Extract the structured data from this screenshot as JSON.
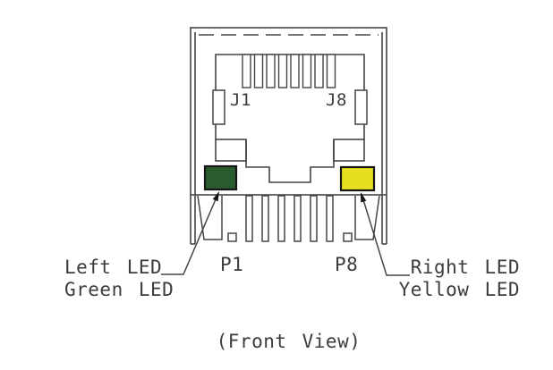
{
  "diagram": {
    "caption": "(Front View)",
    "jack": {
      "contact_left_label": "J1",
      "contact_right_label": "J8",
      "pin_left_label": "P1",
      "pin_right_label": "P8"
    },
    "left_led": {
      "line1": "Left LED",
      "line2": "Green LED",
      "color": "#2a5c2e"
    },
    "right_led": {
      "line1": "Right LED",
      "line2": "Yellow LED",
      "color": "#e6de1e"
    },
    "line_color": "#454545",
    "led_border_color": "#161616"
  }
}
